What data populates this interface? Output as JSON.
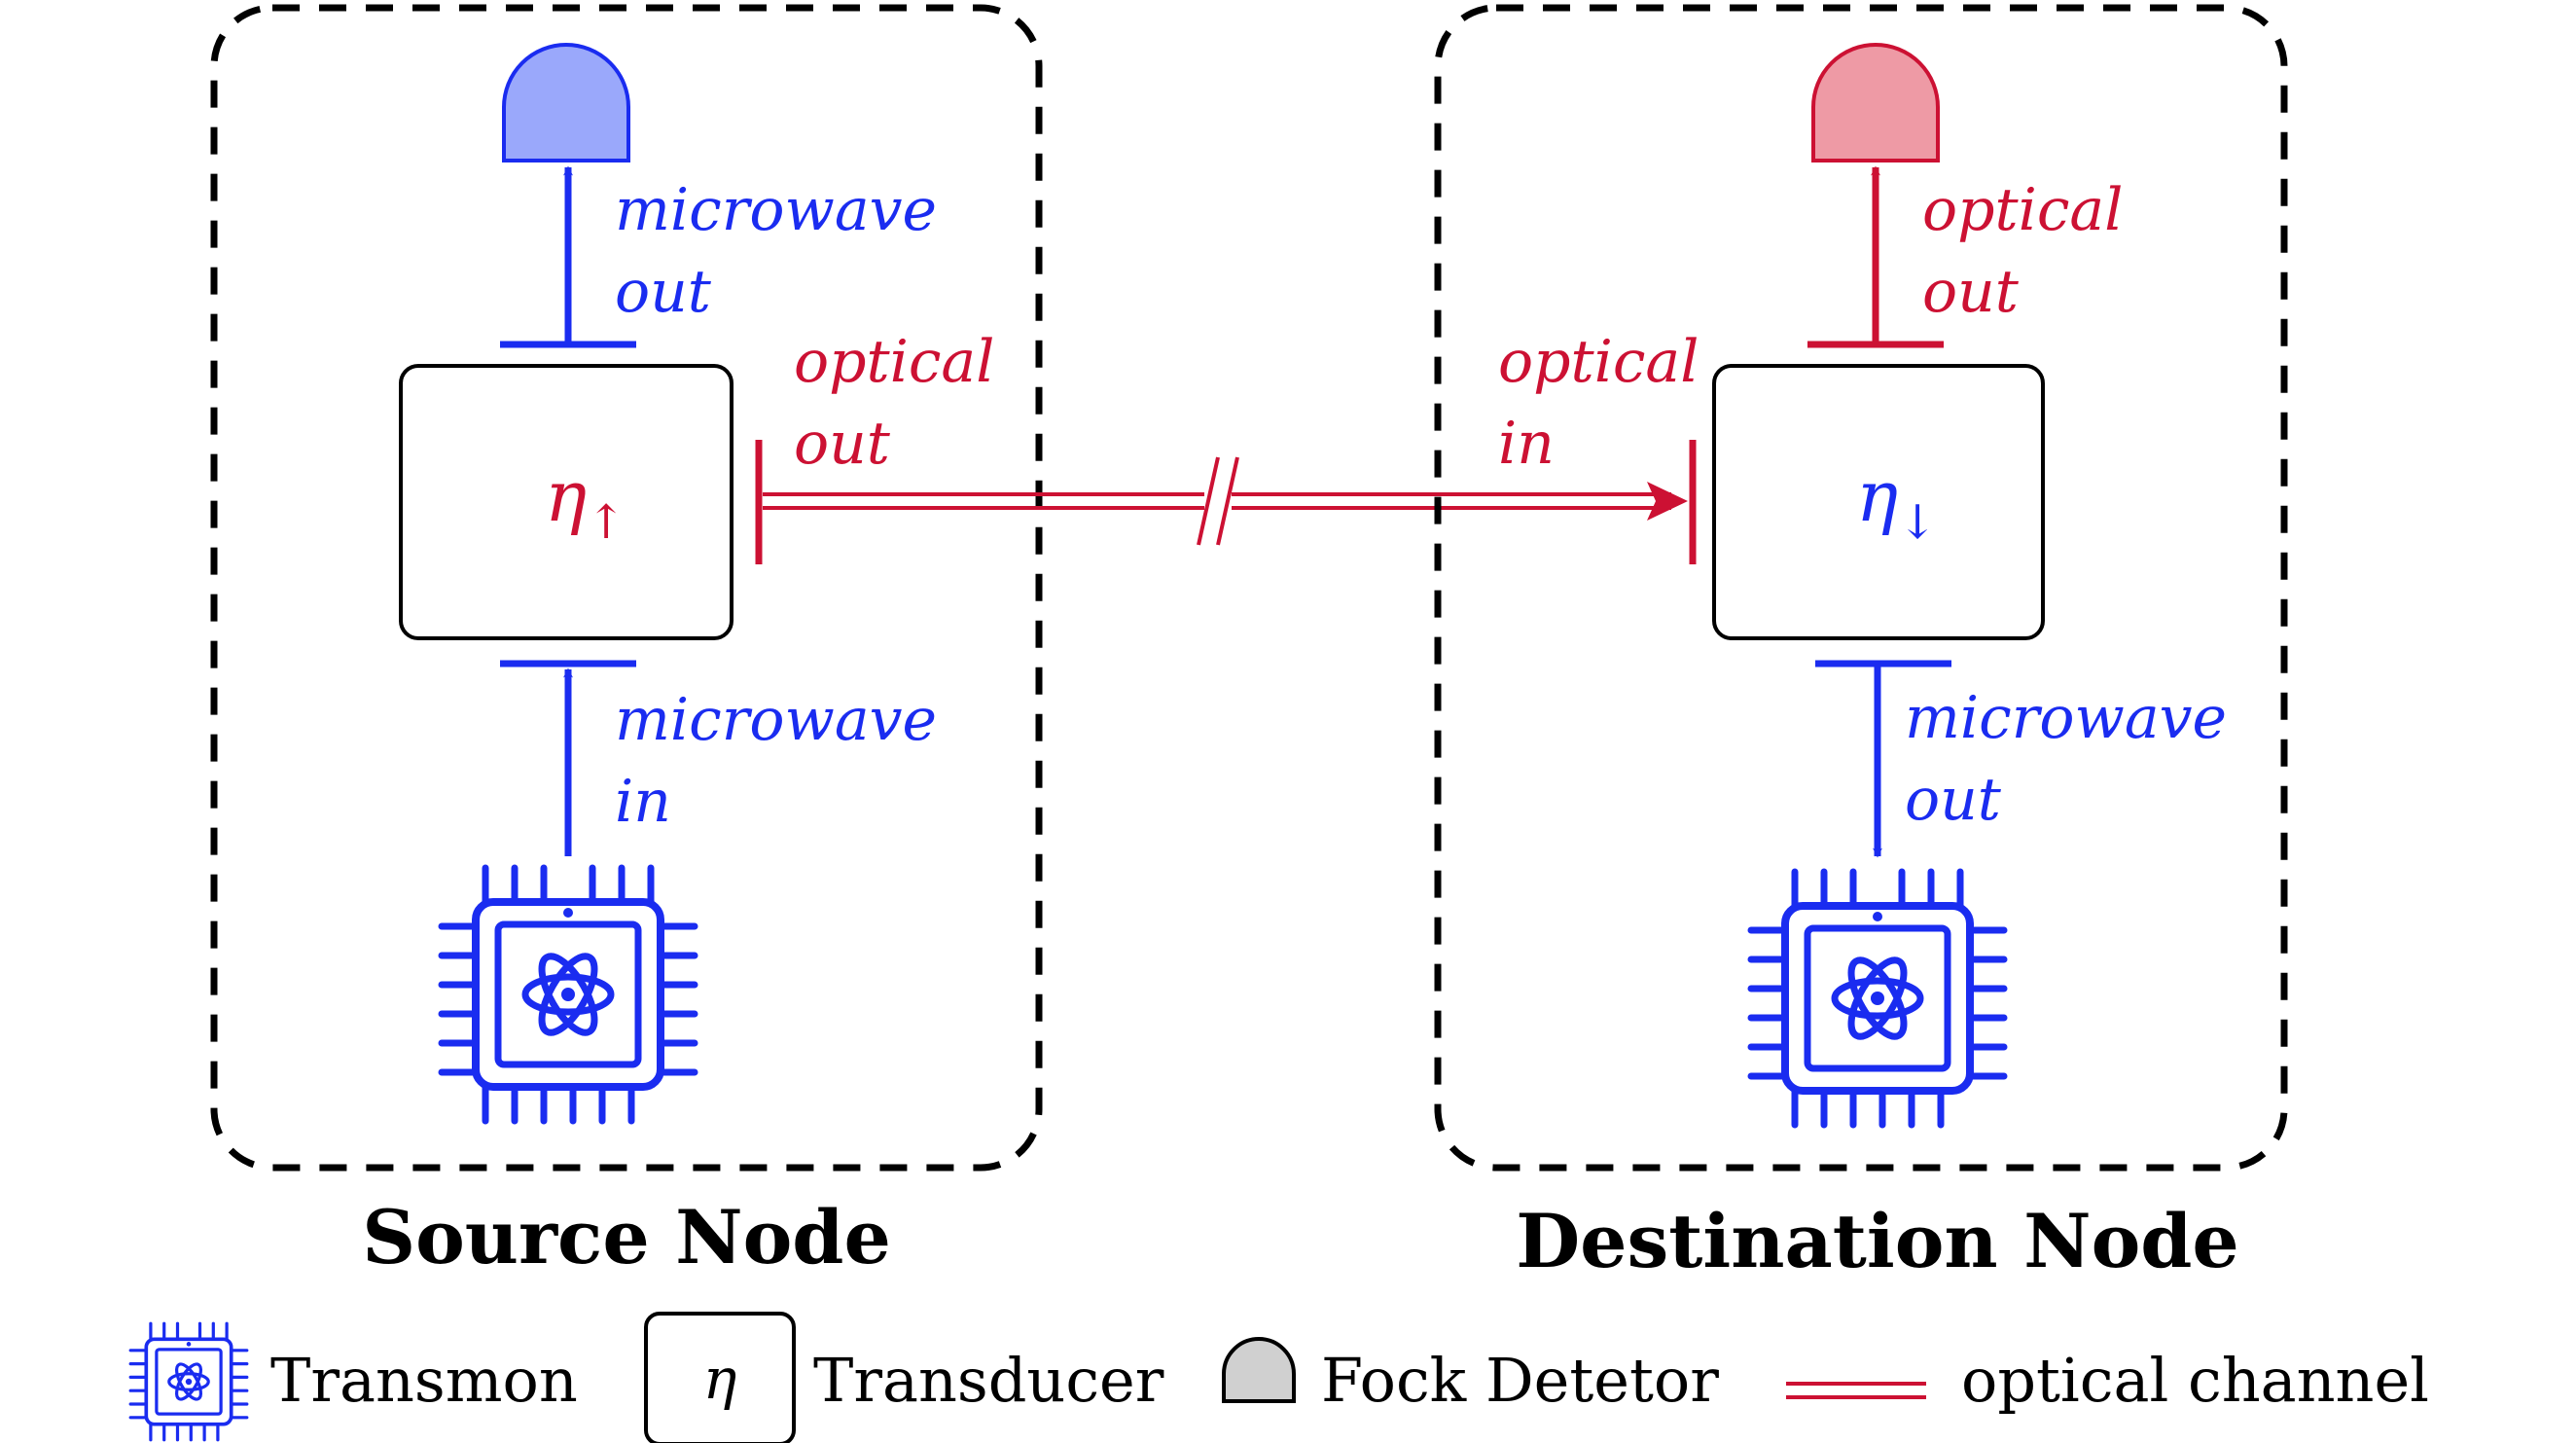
{
  "colors": {
    "blue": "#1a2cf0",
    "red": "#cc1133",
    "blue_fill": "#9aa8fb",
    "red_fill": "#ee9aa5",
    "gray_fill": "#d0d0d0",
    "dashed_border": "#000000"
  },
  "source": {
    "title": "Source Node",
    "transducer_symbol": "η",
    "transducer_subscript": "↑",
    "microwave_out": [
      "microwave",
      "out"
    ],
    "microwave_in": [
      "microwave",
      "in"
    ],
    "optical_out": [
      "optical",
      "out"
    ],
    "detector_icon": "fock-detector-icon-blue",
    "qubit_icon": "transmon-chip-icon"
  },
  "destination": {
    "title": "Destination Node",
    "transducer_symbol": "η",
    "transducer_subscript": "↓",
    "optical_in": [
      "optical",
      "in"
    ],
    "optical_out": [
      "optical",
      "out"
    ],
    "microwave_out": [
      "microwave",
      "out"
    ],
    "detector_icon": "fock-detector-icon-red",
    "qubit_icon": "transmon-chip-icon"
  },
  "legend": {
    "transmon": "Transmon",
    "transducer_symbol": "η",
    "transducer": "Transducer",
    "fock_detector": "Fock Detetor",
    "optical_channel": "optical channel"
  }
}
